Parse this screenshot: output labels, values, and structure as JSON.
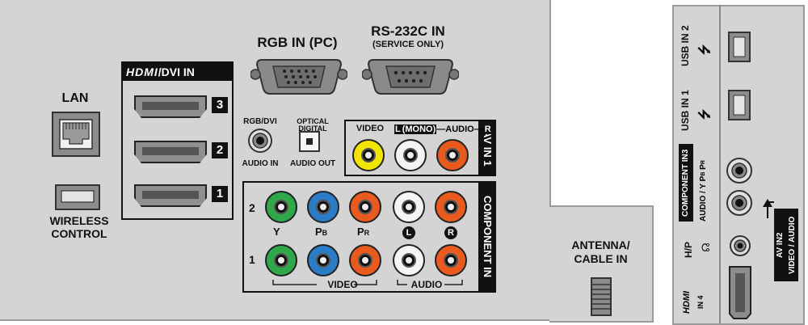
{
  "main_panel": {
    "rgb_in_label": "RGB IN (PC)",
    "rs232_label": "RS-232C IN",
    "rs232_sub": "(SERVICE ONLY)",
    "hdmi_logo": "HDMI",
    "hdmi_dvi": "/DVI IN",
    "hdmi_ports": [
      "3",
      "2",
      "1"
    ],
    "lan_label": "LAN",
    "wireless_label_line1": "WIRELESS",
    "wireless_label_line2": "CONTROL",
    "rgb_dvi_label": "RGB/DVI",
    "audio_in_label": "AUDIO IN",
    "optical_label": "OPTICAL DIGITAL",
    "audio_out_label": "AUDIO OUT",
    "av_in1": {
      "title": "AV IN 1",
      "video_label": "VIDEO",
      "audio_label_l": "L",
      "audio_label_mono": "(MONO)",
      "audio_label_mid": "AUDIO",
      "audio_label_r": "R"
    },
    "component_in": {
      "title": "COMPONENT IN",
      "row2": "2",
      "row1": "1",
      "col_labels": [
        "Y",
        "P",
        "P"
      ],
      "col_subs": [
        "",
        "B",
        "R"
      ],
      "left_badge": "L",
      "right_badge": "R",
      "video_group": "VIDEO",
      "audio_group": "AUDIO"
    }
  },
  "antenna_panel": {
    "line1": "ANTENNA/",
    "line2": "CABLE IN"
  },
  "side_panel": {
    "usb2": "USB IN 2",
    "usb1": "USB IN 1",
    "component_in3_line1": "COMPONENT IN3",
    "component_in3_line2": "AUDIO / Y  P",
    "component_in3_pb": "B",
    "component_in3_pr": "P",
    "component_in3_pr_sub": "R",
    "hp": "H/P",
    "hdmi_logo": "HDMI",
    "hdmi_in4": "IN 4",
    "av_in2_line1": "AV IN2",
    "av_in2_line2": "VIDEO / AUDIO"
  },
  "colors": {
    "panel": "#d4d4d4",
    "yellow": "#f2e600",
    "green": "#2fa84a",
    "blue": "#2a7cc7",
    "red": "#e85a1e",
    "white": "#f4f4f4"
  }
}
